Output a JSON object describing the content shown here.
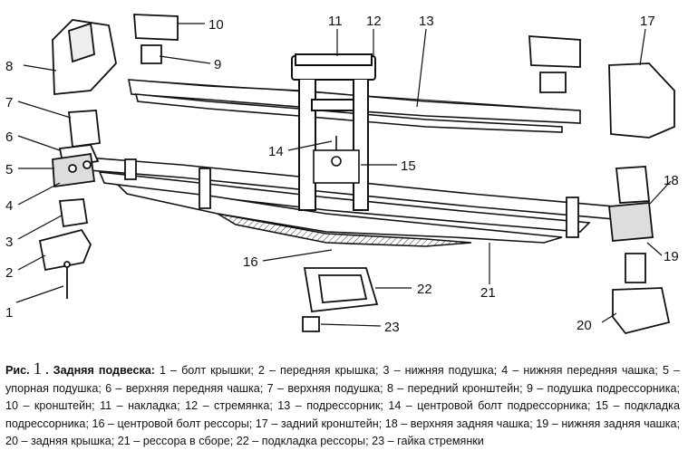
{
  "caption": {
    "prefix": "Рис.",
    "number": "1",
    "title": ". Задняя подвеска:",
    "items": [
      {
        "n": "1",
        "text": "болт крышки"
      },
      {
        "n": "2",
        "text": "передняя крышка"
      },
      {
        "n": "3",
        "text": "нижняя подушка"
      },
      {
        "n": "4",
        "text": "нижняя передняя чашка"
      },
      {
        "n": "5",
        "text": "упорная подушка"
      },
      {
        "n": "6",
        "text": "верхняя передняя чашка"
      },
      {
        "n": "7",
        "text": "верхняя подушка"
      },
      {
        "n": "8",
        "text": "передний кронштейн"
      },
      {
        "n": "9",
        "text": "подушка подрессорника"
      },
      {
        "n": "10",
        "text": "кронштейн"
      },
      {
        "n": "11",
        "text": "накладка"
      },
      {
        "n": "12",
        "text": "стремянка"
      },
      {
        "n": "13",
        "text": "подрессорник"
      },
      {
        "n": "14",
        "text": "центровой болт подрессорника"
      },
      {
        "n": "15",
        "text": "подкладка подрессорника"
      },
      {
        "n": "16",
        "text": "центровой болт рессоры"
      },
      {
        "n": "17",
        "text": "задний кронштейн"
      },
      {
        "n": "18",
        "text": "верхняя задняя чашка"
      },
      {
        "n": "19",
        "text": "нижняя задняя чашка"
      },
      {
        "n": "20",
        "text": "задняя крышка"
      },
      {
        "n": "21",
        "text": "рессора в сборе"
      },
      {
        "n": "22",
        "text": "подкладка рессоры"
      },
      {
        "n": "23",
        "text": "гайка стремянки"
      }
    ]
  },
  "callouts": [
    "1",
    "2",
    "3",
    "4",
    "5",
    "6",
    "7",
    "8",
    "9",
    "10",
    "11",
    "12",
    "13",
    "14",
    "15",
    "16",
    "17",
    "18",
    "19",
    "20",
    "21",
    "22",
    "23"
  ]
}
